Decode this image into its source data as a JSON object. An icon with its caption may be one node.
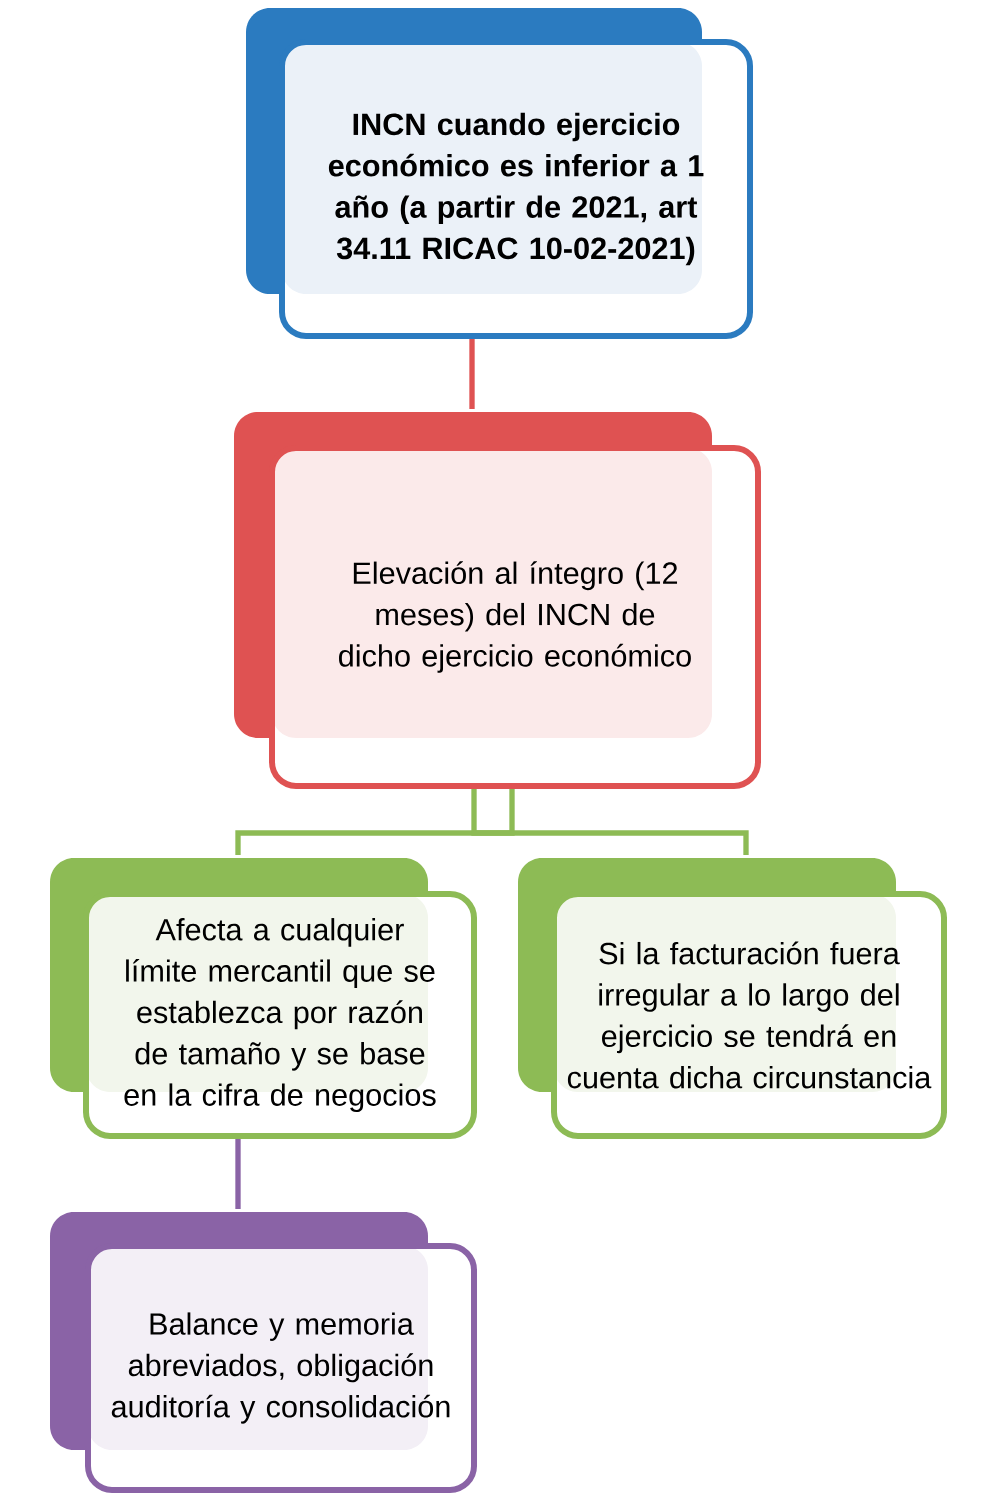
{
  "diagram": {
    "nodes": [
      {
        "text": [
          "INCN cuando ejercicio económico es inferior a 1 año (a partir de 2021, art 34.11 RICAC 10-02-2021)"
        ]
      },
      {
        "text": [
          "Elevación al íntegro (12 meses) del INCN de dicho ejercicio económico"
        ]
      },
      {
        "text": [
          "Afecta a cualquier límite mercantil que se establezca por razón de tamaño y se base en la cifra de negocios"
        ]
      },
      {
        "text": [
          "Si la facturación fuera irregular a lo largo del ejercicio se tendrá en cuenta dicha circunstancia"
        ]
      },
      {
        "text": [
          "Balance y memoria abreviados, obligación auditoría y consolidación"
        ]
      }
    ],
    "edges": [
      {
        "from": 0,
        "to": 1,
        "arrow": "none",
        "color": "#df5252"
      },
      {
        "from": 1,
        "to": 2,
        "arrow": "none"
      },
      {
        "from": 1,
        "to": 3,
        "arrow": "none"
      },
      {
        "from": 2,
        "to": 4,
        "arrow": "none",
        "color": "#8a63a6"
      }
    ]
  }
}
